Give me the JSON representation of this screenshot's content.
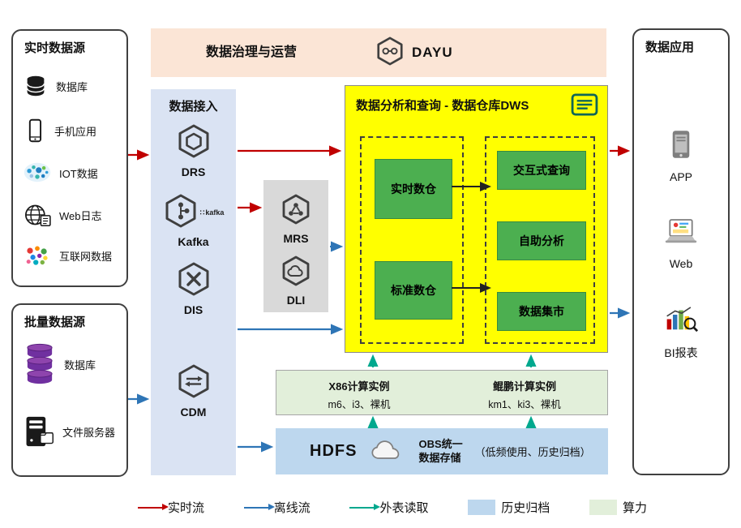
{
  "colors": {
    "realtime_flow": "#c00000",
    "offline_flow": "#2e75b6",
    "external_read": "#00a88e",
    "history_archive": "#bdd7ee",
    "compute_power": "#e2efda",
    "dws_background": "#ffff00",
    "green_node": "#4caf50",
    "access_background": "#dae3f3",
    "governance_background": "#fbe5d6",
    "mrs_box_background": "#d9d9d9"
  },
  "governance": {
    "title": "数据治理与运营",
    "product": "DAYU",
    "icon": "dayu-hexagon-icon"
  },
  "realtime_sources": {
    "title": "实时数据源",
    "items": [
      {
        "icon": "database-icon",
        "label": "数据库"
      },
      {
        "icon": "mobile-app-icon",
        "label": "手机应用"
      },
      {
        "icon": "iot-icon",
        "label": "IOT数据"
      },
      {
        "icon": "web-log-icon",
        "label": "Web日志"
      },
      {
        "icon": "internet-data-icon",
        "label": "互联网数据"
      }
    ]
  },
  "batch_sources": {
    "title": "批量数据源",
    "items": [
      {
        "icon": "database-stack-icon",
        "label": "数据库"
      },
      {
        "icon": "file-server-icon",
        "label": "文件服务器"
      }
    ]
  },
  "data_access": {
    "title": "数据接入",
    "services": [
      {
        "icon": "drs-hexagon-icon",
        "name": "DRS"
      },
      {
        "icon": "kafka-hexagon-icon",
        "name": "Kafka",
        "logo_text": "kafka"
      },
      {
        "icon": "dis-hexagon-icon",
        "name": "DIS"
      },
      {
        "icon": "cdm-hexagon-icon",
        "name": "CDM"
      }
    ]
  },
  "mrs_dli": {
    "services": [
      {
        "icon": "mrs-hexagon-icon",
        "name": "MRS"
      },
      {
        "icon": "dli-hexagon-icon",
        "name": "DLI"
      }
    ]
  },
  "dws": {
    "title": "数据分析和查询 - 数据仓库DWS",
    "warehouse_nodes": [
      "实时数仓",
      "标准数仓"
    ],
    "query_nodes": [
      "交互式查询",
      "自助分析",
      "数据集市"
    ]
  },
  "compute": {
    "instances": [
      {
        "title": "X86计算实例",
        "subtitle": "m6、i3、裸机"
      },
      {
        "title": "鲲鹏计算实例",
        "subtitle": "km1、ki3、裸机"
      }
    ]
  },
  "storage": {
    "hdfs_label": "HDFS",
    "obs_line1": "OBS统一",
    "obs_line2": "数据存储",
    "obs_note": "（低频使用、历史归档）"
  },
  "data_apps": {
    "title": "数据应用",
    "items": [
      {
        "icon": "app-phone-icon",
        "label": "APP"
      },
      {
        "icon": "web-browser-icon",
        "label": "Web"
      },
      {
        "icon": "bi-report-icon",
        "label": "BI报表"
      }
    ]
  },
  "legend": {
    "items": [
      {
        "type": "arrow",
        "color": "#c00000",
        "label": "实时流"
      },
      {
        "type": "arrow",
        "color": "#2e75b6",
        "label": "离线流"
      },
      {
        "type": "arrow",
        "color": "#00a88e",
        "label": "外表读取"
      },
      {
        "type": "swatch",
        "color": "#bdd7ee",
        "label": "历史归档"
      },
      {
        "type": "swatch",
        "color": "#e2efda",
        "label": "算力"
      }
    ]
  }
}
